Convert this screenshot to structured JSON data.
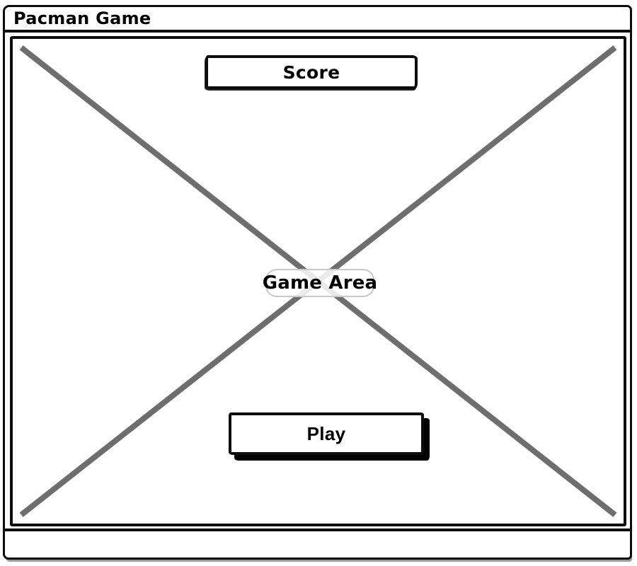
{
  "window": {
    "title": "Pacman Game"
  },
  "score_box": {
    "label": "Score"
  },
  "game_area": {
    "label": "Game Area"
  },
  "play_button": {
    "label": "Play"
  },
  "status_bar": {
    "text": ""
  },
  "colors": {
    "outline": "#0d0d0d",
    "diagonal": "#6e6e6e",
    "label_border": "#c9c9c9",
    "bg": "#ffffff",
    "shadow": "#9e9e9e"
  }
}
